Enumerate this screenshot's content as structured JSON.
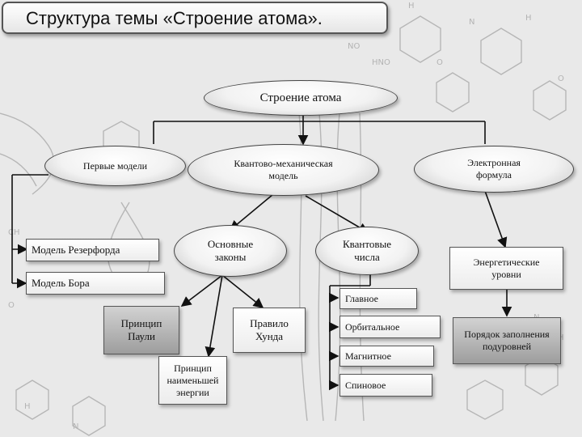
{
  "title": "Структура темы «Строение атома».",
  "nodes": {
    "root": "Строение атома",
    "first_models": "Первые модели",
    "quantum_model": "Квантово-механическая модель",
    "electron_formula": "Электронная формула",
    "rutherford": "Модель Резерфорда",
    "bohr": "Модель Бора",
    "basic_laws": "Основные законы",
    "quantum_numbers": "Квантовые числа",
    "energy_levels": "Энергетические уровни",
    "pauli": "Принцип Паули",
    "hund": "Правило Хунда",
    "min_energy": "Принцип наименьшей энергии",
    "principal": "Главное",
    "orbital": "Орбитальное",
    "magnetic": "Магнитное",
    "spin": "Спиновое",
    "filling_order": "Порядок заполнения подуровней"
  },
  "colors": {
    "line": "#111111",
    "shadow": "#555555"
  }
}
